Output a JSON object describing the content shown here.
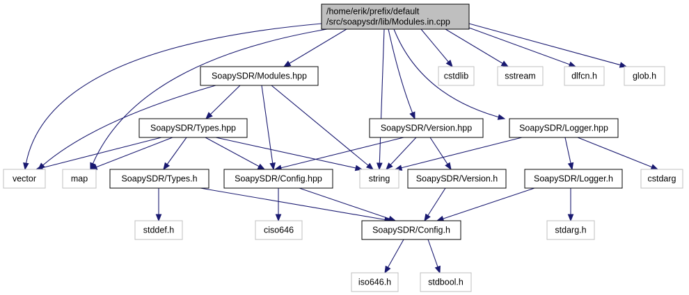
{
  "diagram": {
    "title": "",
    "colors": {
      "edge": "#191970",
      "root_fill": "#bfbfbf",
      "local_border": "#000000",
      "system_border": "#bfbfbf"
    },
    "nodes": [
      {
        "id": "modules_cpp",
        "kind": "root",
        "lines": [
          "/home/erik/prefix/default",
          "/src/soapysdr/lib/Modules.in.cpp"
        ]
      },
      {
        "id": "modules_hpp",
        "kind": "local",
        "lines": [
          "SoapySDR/Modules.hpp"
        ]
      },
      {
        "id": "cstdlib",
        "kind": "system",
        "lines": [
          "cstdlib"
        ]
      },
      {
        "id": "sstream",
        "kind": "system",
        "lines": [
          "sstream"
        ]
      },
      {
        "id": "dlfcn_h",
        "kind": "system",
        "lines": [
          "dlfcn.h"
        ]
      },
      {
        "id": "glob_h",
        "kind": "system",
        "lines": [
          "glob.h"
        ]
      },
      {
        "id": "types_hpp",
        "kind": "local",
        "lines": [
          "SoapySDR/Types.hpp"
        ]
      },
      {
        "id": "version_hpp",
        "kind": "local",
        "lines": [
          "SoapySDR/Version.hpp"
        ]
      },
      {
        "id": "logger_hpp",
        "kind": "local",
        "lines": [
          "SoapySDR/Logger.hpp"
        ]
      },
      {
        "id": "vector",
        "kind": "system",
        "lines": [
          "vector"
        ]
      },
      {
        "id": "map",
        "kind": "system",
        "lines": [
          "map"
        ]
      },
      {
        "id": "types_h",
        "kind": "local",
        "lines": [
          "SoapySDR/Types.h"
        ]
      },
      {
        "id": "config_hpp",
        "kind": "local",
        "lines": [
          "SoapySDR/Config.hpp"
        ]
      },
      {
        "id": "string",
        "kind": "system",
        "lines": [
          "string"
        ]
      },
      {
        "id": "version_h",
        "kind": "local",
        "lines": [
          "SoapySDR/Version.h"
        ]
      },
      {
        "id": "logger_h",
        "kind": "local",
        "lines": [
          "SoapySDR/Logger.h"
        ]
      },
      {
        "id": "cstdarg",
        "kind": "system",
        "lines": [
          "cstdarg"
        ]
      },
      {
        "id": "stddef_h",
        "kind": "system",
        "lines": [
          "stddef.h"
        ]
      },
      {
        "id": "ciso646",
        "kind": "system",
        "lines": [
          "ciso646"
        ]
      },
      {
        "id": "config_h",
        "kind": "local",
        "lines": [
          "SoapySDR/Config.h"
        ]
      },
      {
        "id": "stdarg_h",
        "kind": "system",
        "lines": [
          "stdarg.h"
        ]
      },
      {
        "id": "iso646_h",
        "kind": "system",
        "lines": [
          "iso646.h"
        ]
      },
      {
        "id": "stdbool_h",
        "kind": "system",
        "lines": [
          "stdbool.h"
        ]
      }
    ],
    "edges": [
      [
        "modules_cpp",
        "modules_hpp"
      ],
      [
        "modules_cpp",
        "vector"
      ],
      [
        "modules_cpp",
        "map"
      ],
      [
        "modules_cpp",
        "string"
      ],
      [
        "modules_cpp",
        "version_hpp"
      ],
      [
        "modules_cpp",
        "logger_hpp"
      ],
      [
        "modules_cpp",
        "cstdlib"
      ],
      [
        "modules_cpp",
        "sstream"
      ],
      [
        "modules_cpp",
        "dlfcn_h"
      ],
      [
        "modules_cpp",
        "glob_h"
      ],
      [
        "modules_hpp",
        "types_hpp"
      ],
      [
        "modules_hpp",
        "vector"
      ],
      [
        "modules_hpp",
        "config_hpp"
      ],
      [
        "modules_hpp",
        "string"
      ],
      [
        "types_hpp",
        "vector"
      ],
      [
        "types_hpp",
        "map"
      ],
      [
        "types_hpp",
        "types_h"
      ],
      [
        "types_hpp",
        "config_hpp"
      ],
      [
        "types_hpp",
        "string"
      ],
      [
        "version_hpp",
        "config_hpp"
      ],
      [
        "version_hpp",
        "string"
      ],
      [
        "version_hpp",
        "version_h"
      ],
      [
        "logger_hpp",
        "string"
      ],
      [
        "logger_hpp",
        "logger_h"
      ],
      [
        "logger_hpp",
        "cstdarg"
      ],
      [
        "types_h",
        "stddef_h"
      ],
      [
        "types_h",
        "config_h"
      ],
      [
        "config_hpp",
        "ciso646"
      ],
      [
        "config_hpp",
        "config_h"
      ],
      [
        "version_h",
        "config_h"
      ],
      [
        "logger_h",
        "config_h"
      ],
      [
        "logger_h",
        "stdarg_h"
      ],
      [
        "config_h",
        "iso646_h"
      ],
      [
        "config_h",
        "stdbool_h"
      ]
    ]
  }
}
